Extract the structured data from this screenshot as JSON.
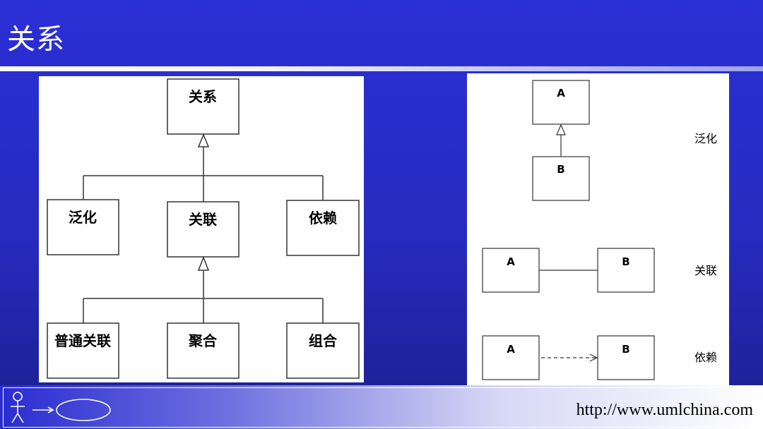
{
  "slide": {
    "title": "关系",
    "footer_url": "http://www.umlchina.com"
  },
  "hierarchy": {
    "root": "关系",
    "level1": [
      "泛化",
      "关联",
      "依赖"
    ],
    "level2": [
      "普通关联",
      "聚合",
      "组合"
    ]
  },
  "notation": {
    "generalization": {
      "label": "泛化",
      "parent": "A",
      "child": "B"
    },
    "association": {
      "label": "关联",
      "source": "A",
      "target": "B"
    },
    "dependency": {
      "label": "依赖",
      "source": "A",
      "target": "B"
    }
  },
  "colors": {
    "background": "#2b2fd6",
    "panel": "#ffffff",
    "line": "#333333"
  }
}
